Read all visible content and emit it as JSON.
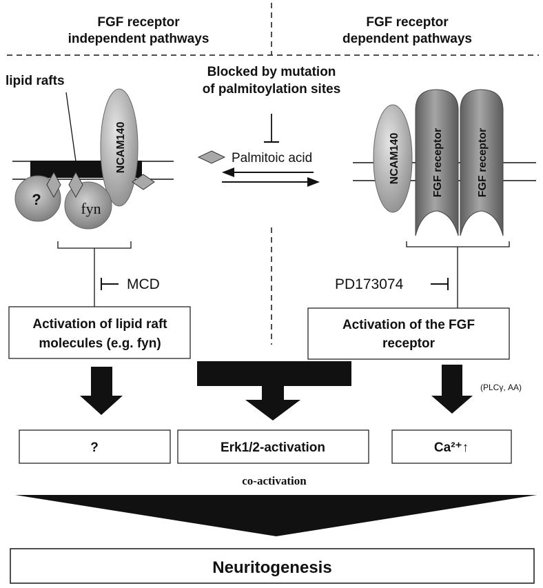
{
  "headers": {
    "left_line1": "FGF receptor",
    "left_line2": "independent pathways",
    "right_line1": "FGF receptor",
    "right_line2": "dependent pathways"
  },
  "membrane": {
    "lipid_rafts": "lipid rafts",
    "ncam_left": "NCAM140",
    "ncam_right": "NCAM140",
    "unknown_molecule": "?",
    "fyn": "fyn",
    "fgf_receptor_1": "FGF receptor",
    "fgf_receptor_2": "FGF receptor"
  },
  "palmitoylation": {
    "blocked_line1": "Blocked by mutation",
    "blocked_line2": "of palmitoylation sites",
    "palmitoic_acid": "Palmitoic acid"
  },
  "inhibitors": {
    "mcd": "MCD",
    "pd": "PD173074"
  },
  "activation": {
    "left_line1": "Activation of lipid raft",
    "left_line2": "molecules (e.g. fyn)",
    "right_line1": "Activation of the FGF",
    "right_line2": "receptor"
  },
  "signals": {
    "plc_note": "(PLCγ, AA)"
  },
  "outcomes": {
    "unknown": "?",
    "erk": "Erk1/2-activation",
    "calcium": "Ca²⁺↑",
    "coactivation": "co-activation"
  },
  "final": {
    "label": "Neuritogenesis"
  },
  "colors": {
    "line": "#111111",
    "oval_fill": "#b5b5b5",
    "receptor_fill": "#8a8a8a"
  }
}
